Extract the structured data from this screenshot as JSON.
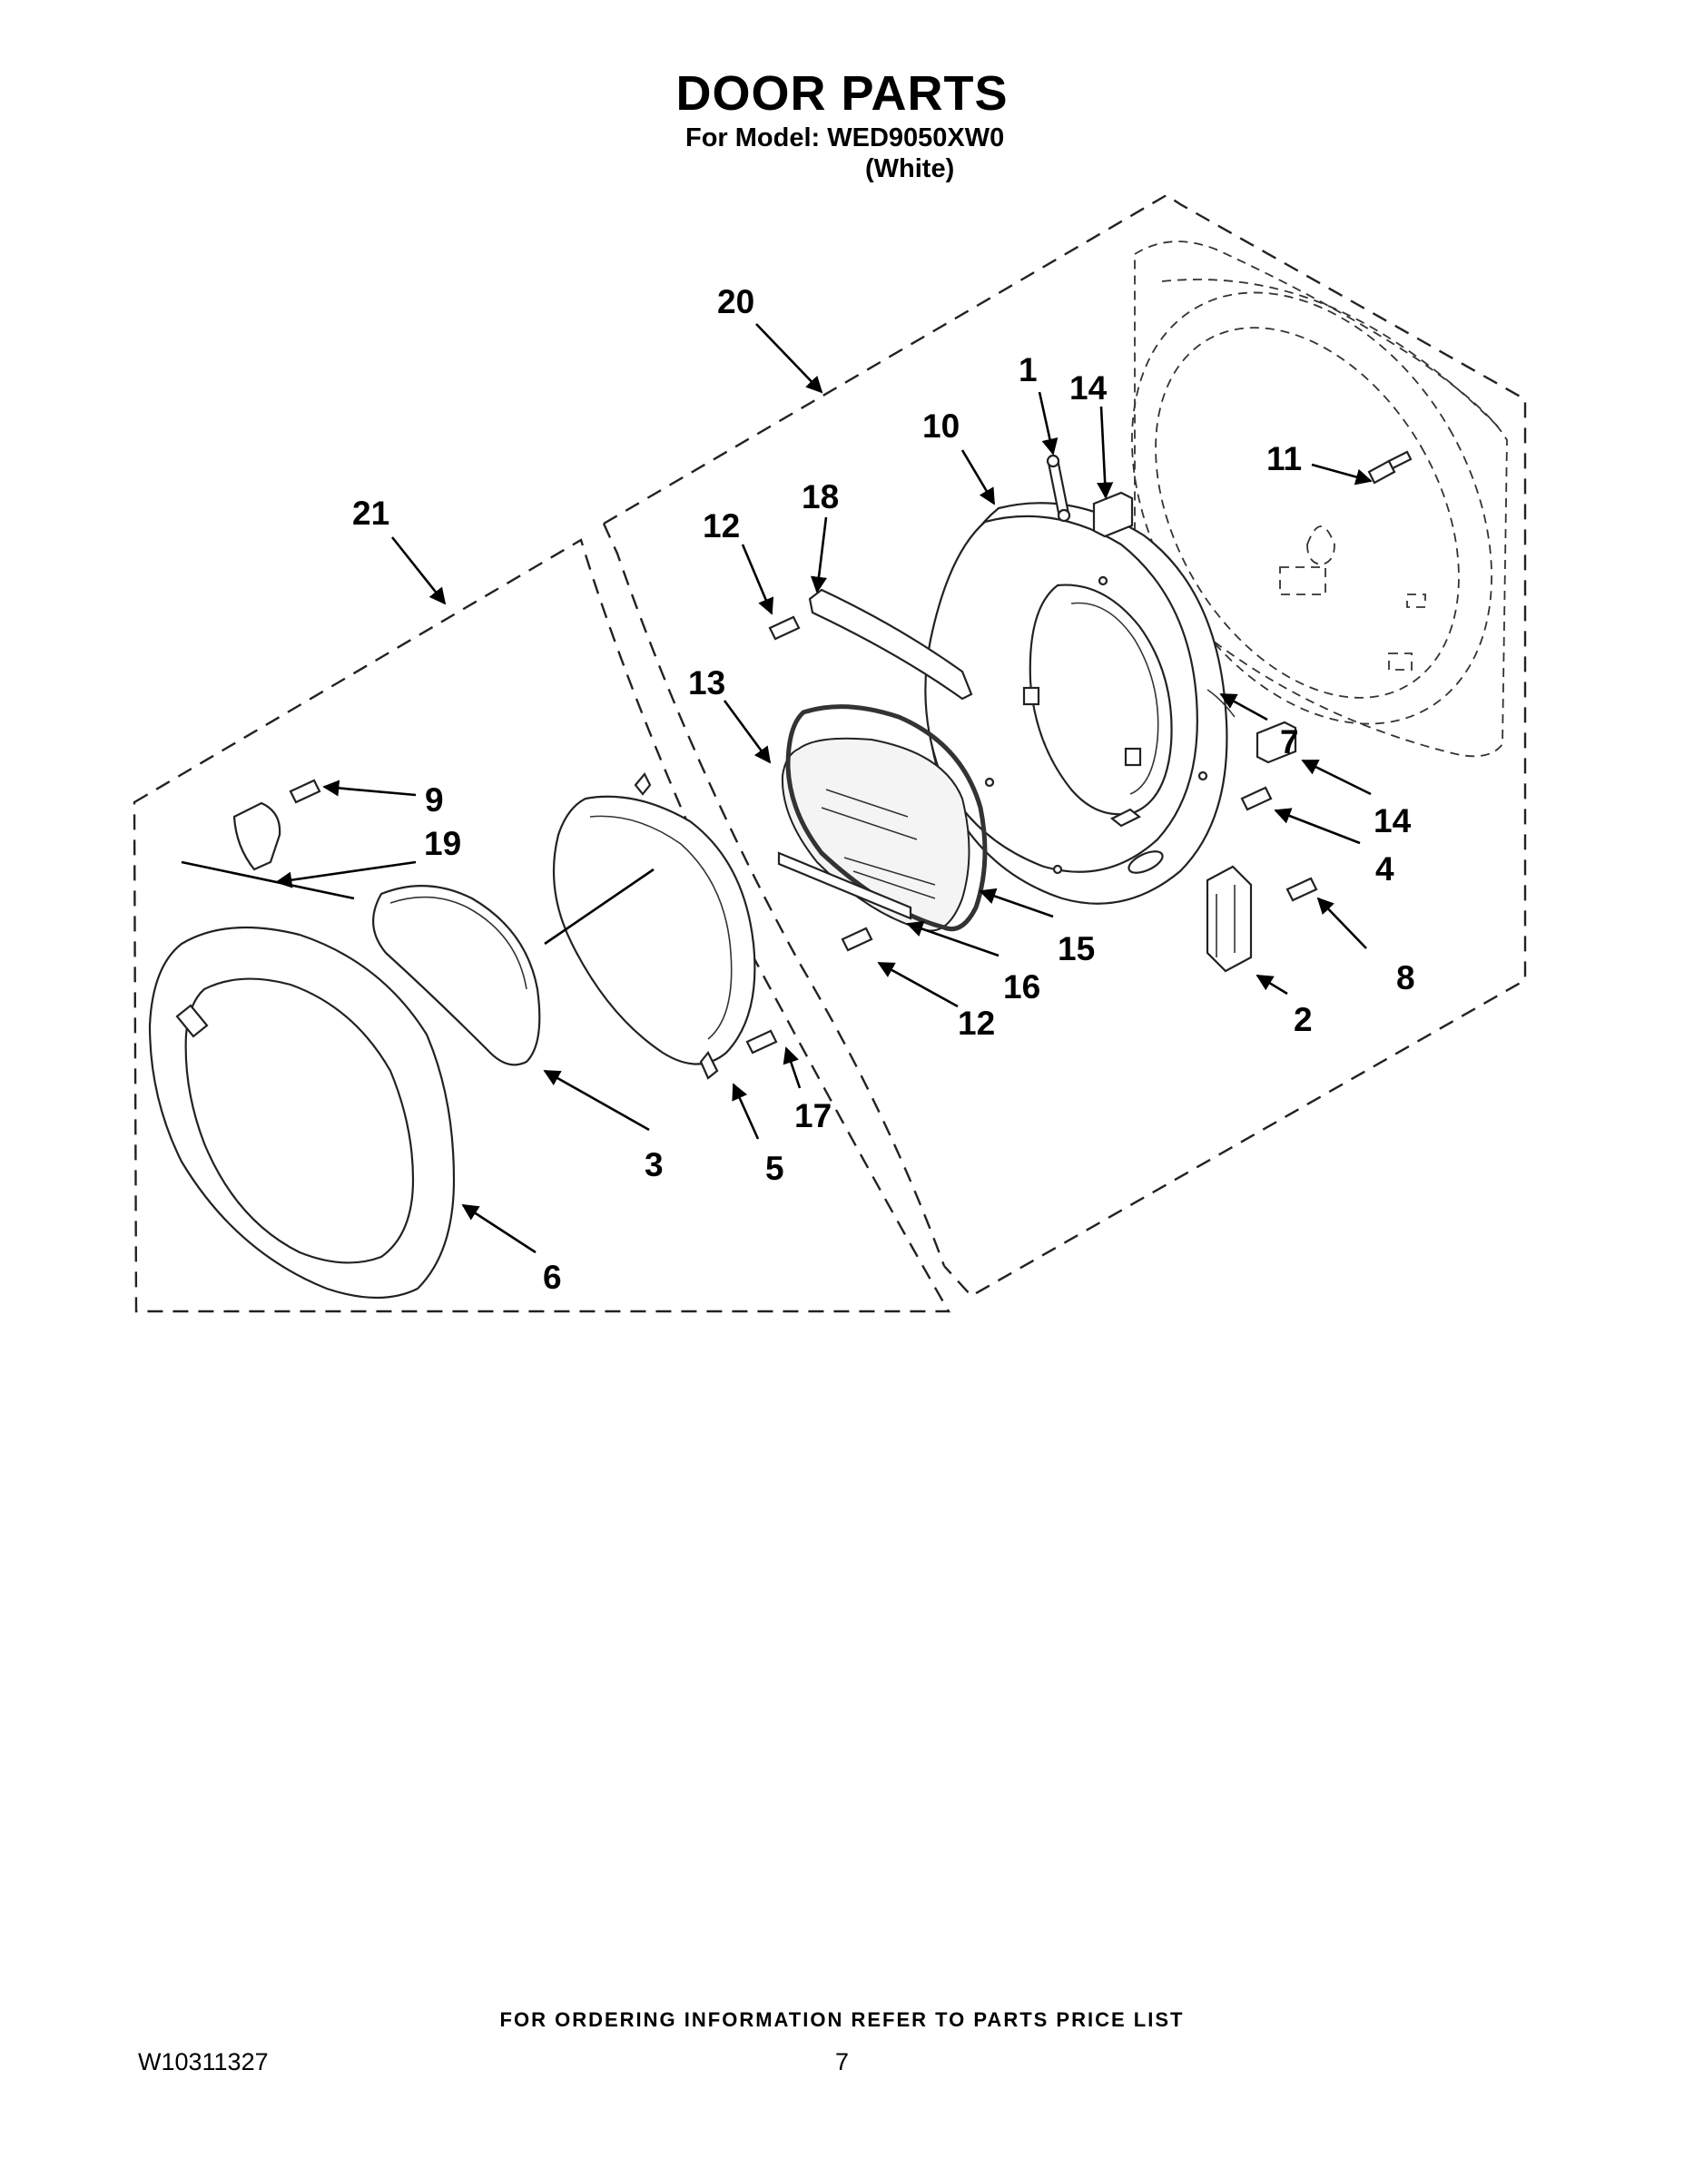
{
  "header": {
    "title": "DOOR PARTS",
    "model_line": "For Model: WED9050XW0",
    "color_line": "(White)"
  },
  "callouts": [
    "1",
    "2",
    "3",
    "4",
    "5",
    "6",
    "7",
    "8",
    "9",
    "10",
    "11",
    "12",
    "12",
    "13",
    "14",
    "14",
    "15",
    "16",
    "17",
    "18",
    "19",
    "20",
    "21"
  ],
  "footer": {
    "ordering_note": "FOR ORDERING INFORMATION REFER TO PARTS PRICE LIST",
    "document_id": "W10311327",
    "page_number": "7"
  }
}
